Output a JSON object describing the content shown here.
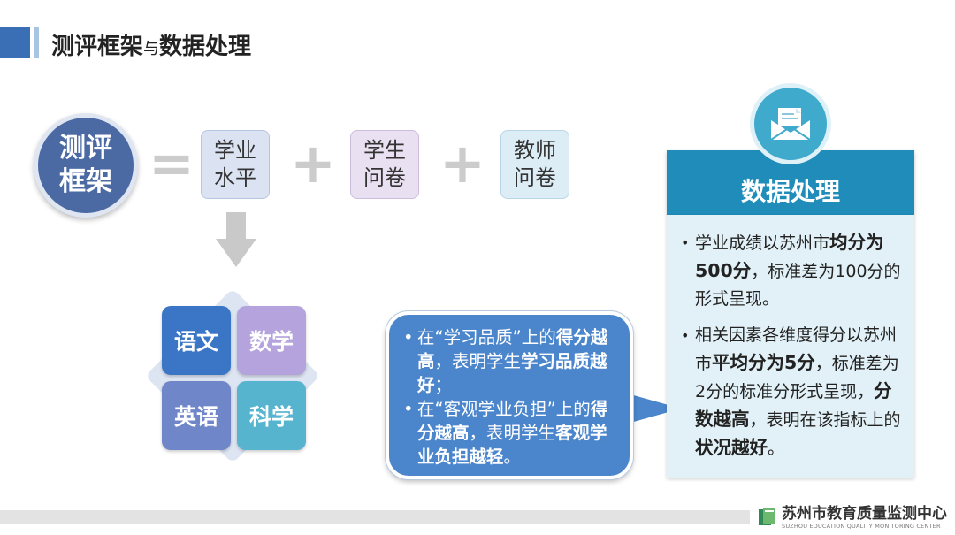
{
  "header": {
    "title_part1": "测评框架",
    "title_part2": "与",
    "title_part3": "数据处理"
  },
  "framework": {
    "circle_line1": "测评",
    "circle_line2": "框架",
    "equals": "=",
    "plus": "+",
    "boxes": [
      {
        "line1": "学业",
        "line2": "水平"
      },
      {
        "line1": "学生",
        "line2": "问卷"
      },
      {
        "line1": "教师",
        "line2": "问卷"
      }
    ],
    "subjects": [
      "语文",
      "数学",
      "英语",
      "科学"
    ]
  },
  "bubble": {
    "bullet": "•",
    "item1": {
      "t1": "在“学习品质”上的",
      "b1": "得分越高",
      "t2": "，表明学生",
      "b2": "学习品质越好",
      "t3": "；"
    },
    "item2": {
      "t1": "在“客观学业负担”上的",
      "b1": "得分越高",
      "t2": "，表明学生",
      "b2": "客观学业负担越轻",
      "t3": "。"
    }
  },
  "panel": {
    "title": "数据处理",
    "icon": "envelope-icon",
    "bullet": "•",
    "item1": {
      "t1": "学业成绩以苏州市",
      "b1": "均分为500分",
      "t2": "，标准差为100分的形式呈现。"
    },
    "item2": {
      "t1": "相关因素各维度得分以苏州市",
      "b1": "平均分为5分",
      "t2": "，标准差为2分的标准分形式呈现，",
      "b2": "分数越高",
      "t3": "，表明在该指标上的",
      "b3": "状况越好",
      "t4": "。"
    }
  },
  "footer": {
    "org_name": "苏州市教育质量监测中心",
    "org_name_en": "SUZHOU EDUCATION QUALITY MONITORING CENTER"
  },
  "colors": {
    "accent": "#3a6fb5",
    "panel_head": "#1f8cb9",
    "bubble": "#4b86cc"
  }
}
